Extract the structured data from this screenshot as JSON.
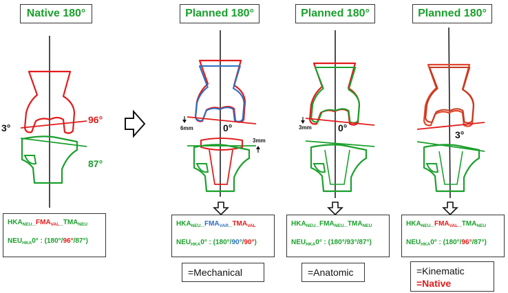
{
  "titles": {
    "native": "Native 180°",
    "mechanical": "Planned 180°",
    "anatomic": "Planned 180°",
    "kinematic": "Planned 180°"
  },
  "labels": {
    "native_left_angle": "3°",
    "native_fma": "96°",
    "native_tma": "87°",
    "mech_zero": "0°",
    "mech_resection_top": "6mm",
    "mech_resection_bottom": "3mm",
    "anat_zero": "0°",
    "anat_resection": "3mm",
    "kin_angle": "3°"
  },
  "formulas": {
    "native": {
      "hka": "HKA",
      "hka_sub": "NEU",
      "sep1": "_",
      "fma": "FMA",
      "fma_sub": "VAL",
      "sep2": "_",
      "tma": "TMA",
      "tma_sub": "NEU",
      "neu": "NEU",
      "neu_sub": "HKA",
      "zero": "0° : (180°/",
      "v1": "96°",
      "slash": "/",
      "v2": "87°",
      "close": ")"
    },
    "mechanical": {
      "hka": "HKA",
      "hka_sub": "NEU",
      "sep1": "_",
      "fma": "FMA",
      "fma_sub": "VAR",
      "sep2": "_",
      "tma": "TMA",
      "tma_sub": "VAL",
      "neu": "NEU",
      "neu_sub": "HKA",
      "zero": "0° : (180°/",
      "v1": "90°",
      "slash": "/",
      "v2": "90°",
      "close": ")"
    },
    "anatomic": {
      "hka": "HKA",
      "hka_sub": "NEU",
      "sep1": "_",
      "fma": "FMA",
      "fma_sub": "NEU",
      "sep2": "_",
      "tma": "TMA",
      "tma_sub": "NEU",
      "neu": "NEU",
      "neu_sub": "HKA",
      "zero": "0° : (180°/",
      "v1": "93°",
      "slash": "/",
      "v2": "87°",
      "close": ")"
    },
    "kinematic": {
      "hka": "HKA",
      "hka_sub": "NEU",
      "sep1": "_",
      "fma": "FMA",
      "fma_sub": "VAL",
      "sep2": "_",
      "tma": "TMA",
      "tma_sub": "NEU",
      "neu": "NEU",
      "neu_sub": "HKA",
      "zero": "0° : (180°/",
      "v1": "96°",
      "slash": "/",
      "v2": "87°",
      "close": ")"
    }
  },
  "results": {
    "mechanical": "=Mechanical",
    "anatomic": "=Anatomic",
    "kinematic": "=Kinematic",
    "kinematic_native": "=Native"
  },
  "colors": {
    "green": "#1aa02c",
    "red": "#e21b1b",
    "blue": "#2d6fc0",
    "orange_red": "#e0442a"
  }
}
